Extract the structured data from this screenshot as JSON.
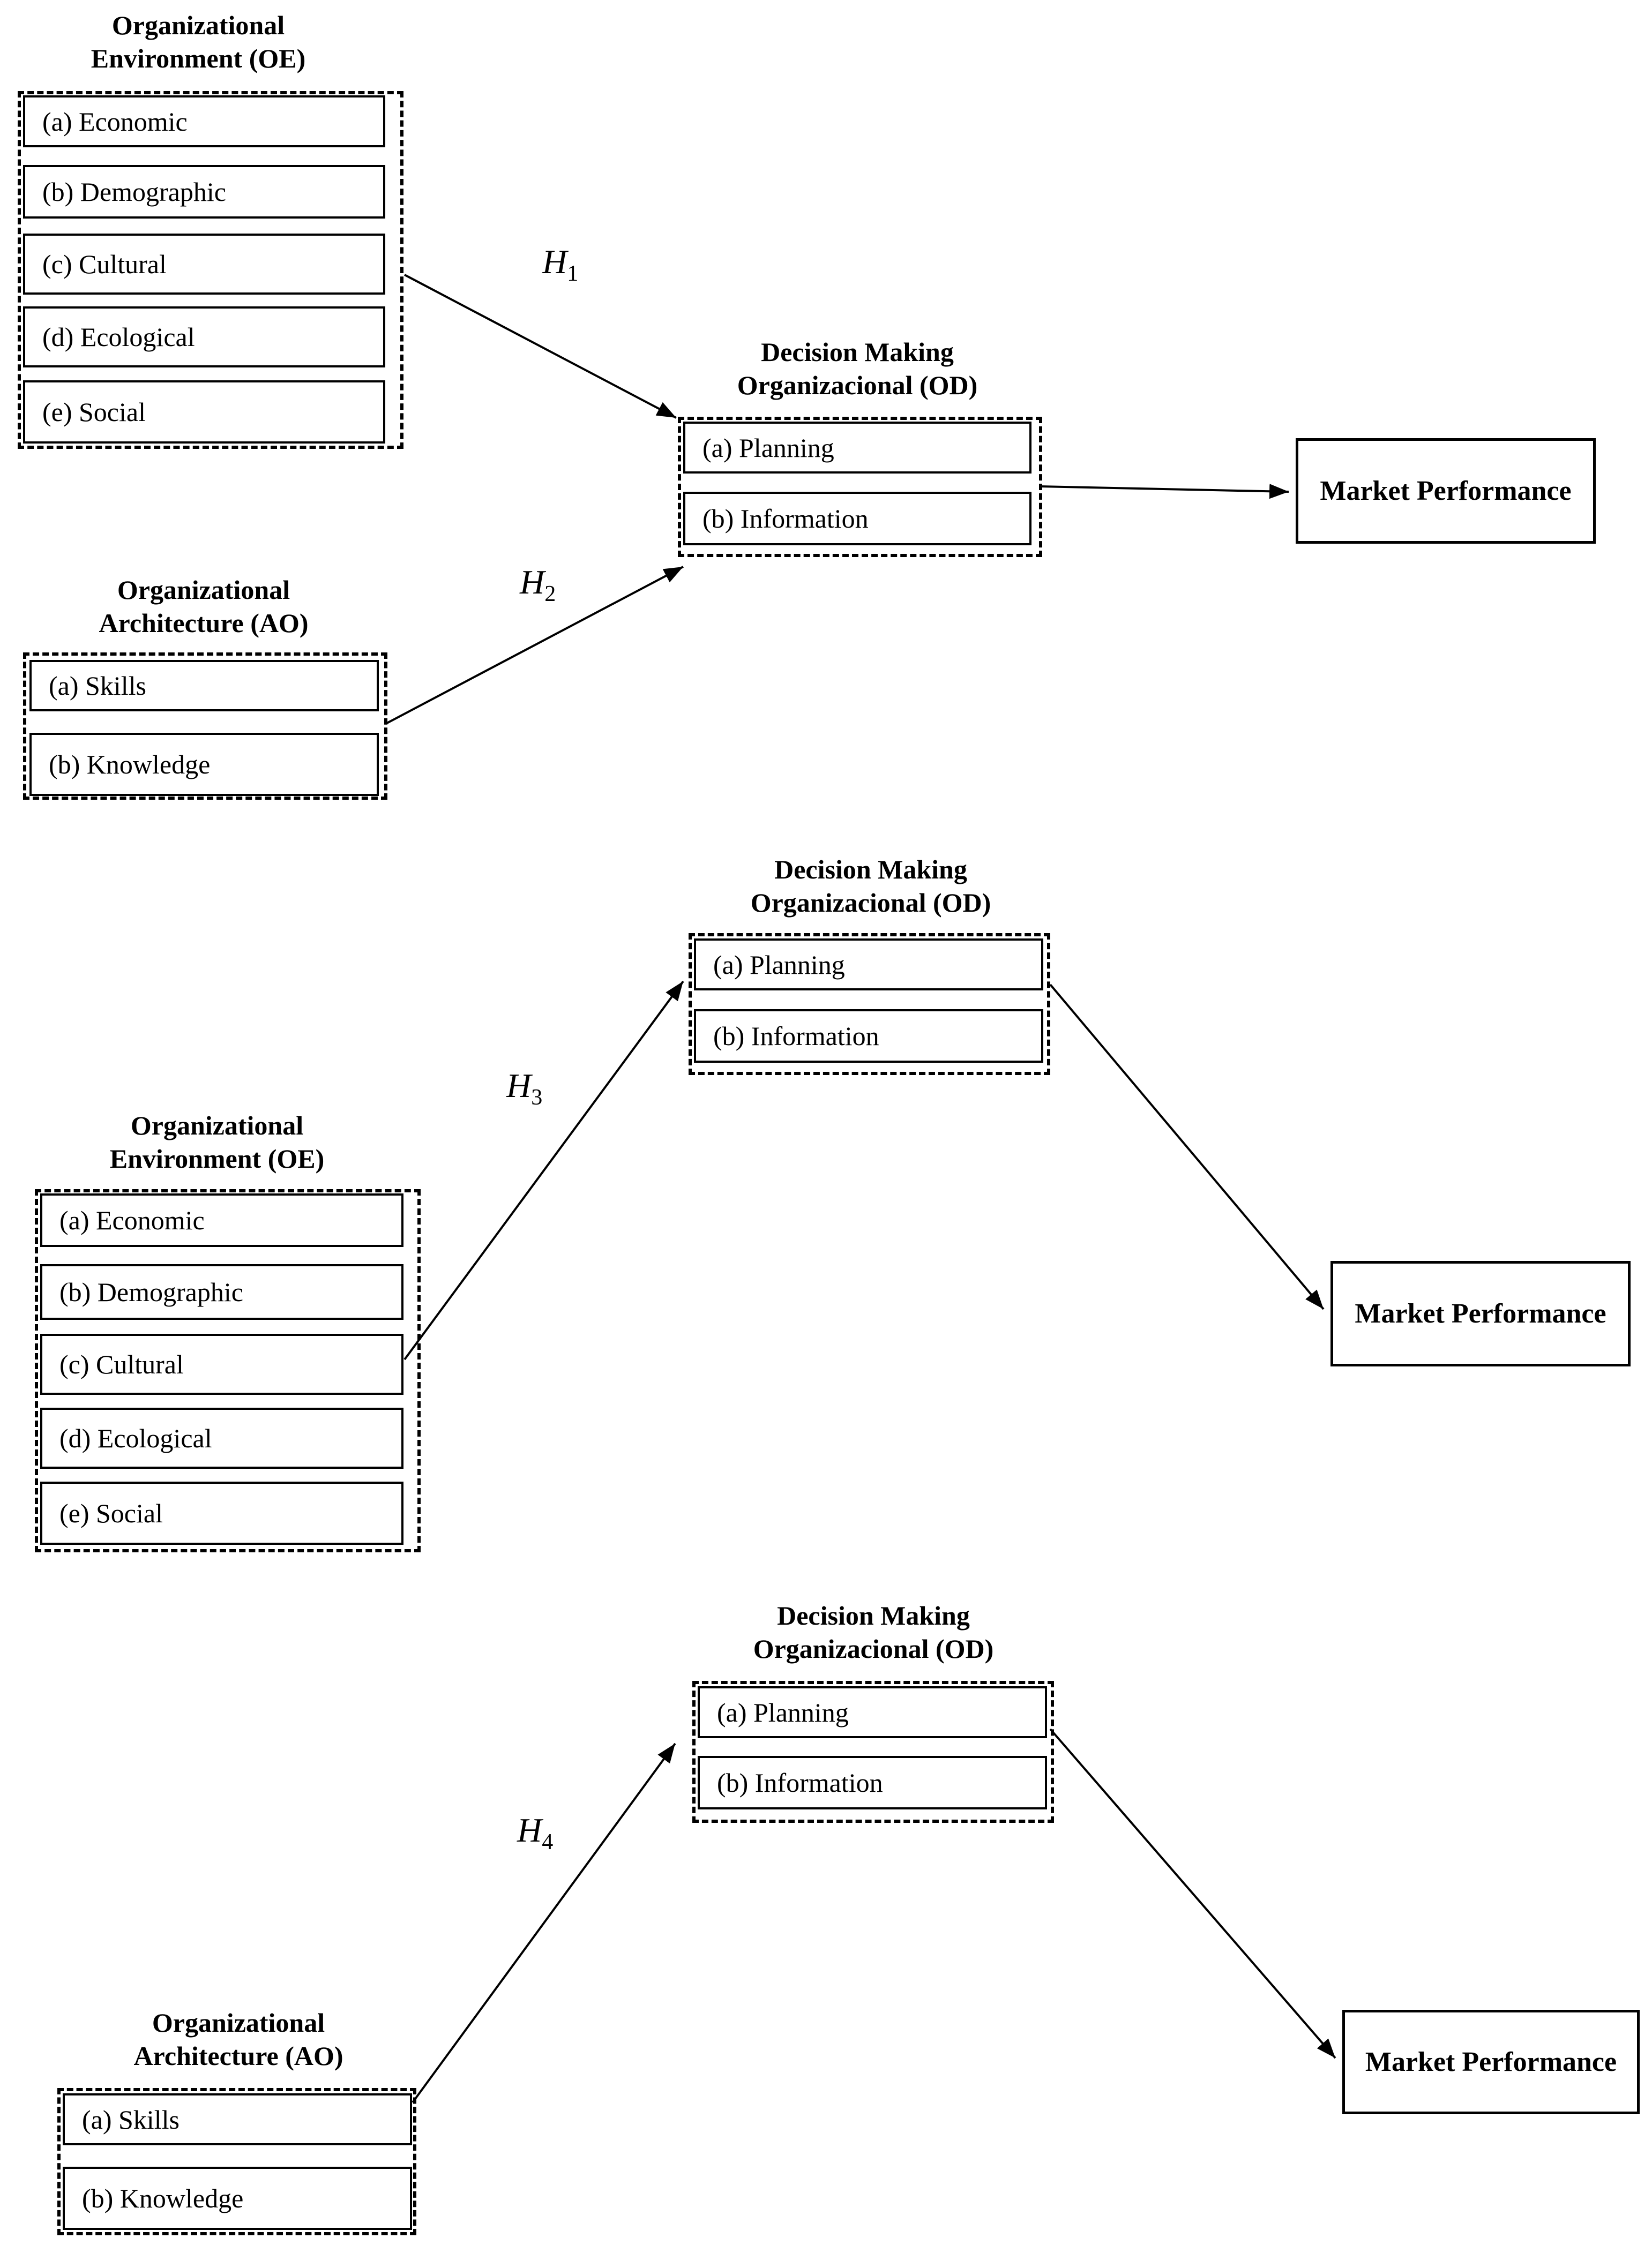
{
  "labels": {
    "oe_title_line1": "Organizational",
    "oe_title_line2": "Environment (OE)",
    "ao_title_line1": "Organizational",
    "ao_title_line2": "Architecture (AO)",
    "od_title_line1": "Decision Making",
    "od_title_line2": "Organizacional (OD)",
    "market_performance": "Market Performance"
  },
  "oe_items": [
    "(a) Economic",
    "(b) Demographic",
    "(c) Cultural",
    "(d) Ecological",
    "(e) Social"
  ],
  "ao_items": [
    "(a) Skills",
    "(b) Knowledge"
  ],
  "od_items": [
    "(a) Planning",
    "(b) Information"
  ],
  "hypotheses": {
    "h1": {
      "letter": "H",
      "sub": "1"
    },
    "h2": {
      "letter": "H",
      "sub": "2"
    },
    "h3": {
      "letter": "H",
      "sub": "3"
    },
    "h4": {
      "letter": "H",
      "sub": "4"
    }
  }
}
